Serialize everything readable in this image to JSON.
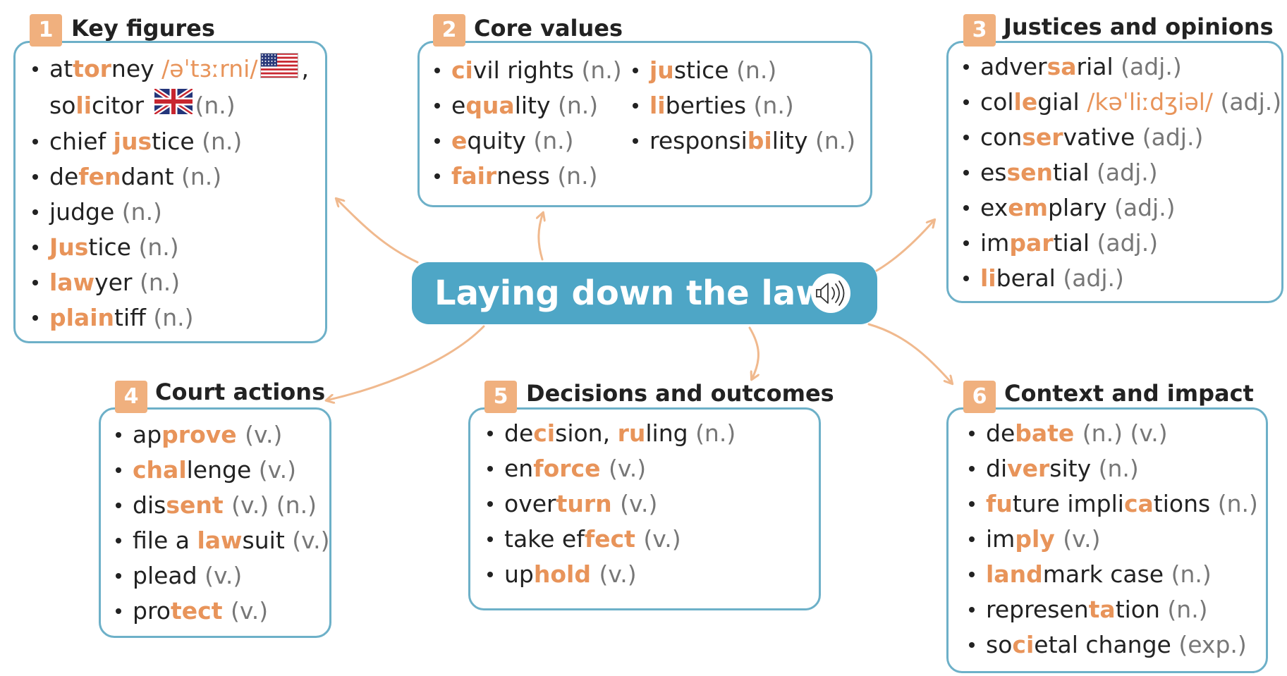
{
  "center": {
    "title": "Laying down the law",
    "icon": "speaker-icon"
  },
  "colors": {
    "box_border": "#6db0c8",
    "badge": "#f0b07e",
    "highlight": "#e8945a",
    "center_bg": "#4ea6c6"
  },
  "groups": [
    {
      "num": "1",
      "title": "Key figures",
      "items": [
        {
          "segs": [
            [
              "n",
              "at"
            ],
            [
              "h",
              "tor"
            ],
            [
              "n",
              "ney "
            ],
            [
              "i",
              "/əˈtɜːrni/"
            ]
          ],
          "flag": "us-flag",
          "tail": ","
        },
        {
          "cont": true,
          "segs": [
            [
              "n",
              "so"
            ],
            [
              "h",
              "li"
            ],
            [
              "n",
              "citor "
            ]
          ],
          "flag": "uk-flag",
          "pos": "(n.)"
        },
        {
          "segs": [
            [
              "n",
              "chief "
            ],
            [
              "h",
              "jus"
            ],
            [
              "n",
              "tice "
            ]
          ],
          "pos": "(n.)"
        },
        {
          "segs": [
            [
              "n",
              "de"
            ],
            [
              "h",
              "fen"
            ],
            [
              "n",
              "dant "
            ]
          ],
          "pos": "(n.)"
        },
        {
          "segs": [
            [
              "n",
              "judge "
            ]
          ],
          "pos": "(n.)"
        },
        {
          "segs": [
            [
              "h",
              "Jus"
            ],
            [
              "n",
              "tice "
            ]
          ],
          "pos": "(n.)"
        },
        {
          "segs": [
            [
              "h",
              "law"
            ],
            [
              "n",
              "yer "
            ]
          ],
          "pos": "(n.)"
        },
        {
          "segs": [
            [
              "h",
              "plain"
            ],
            [
              "n",
              "tiff "
            ]
          ],
          "pos": "(n.)"
        }
      ]
    },
    {
      "num": "2",
      "title": "Core values",
      "items": [
        {
          "segs": [
            [
              "h",
              "ci"
            ],
            [
              "n",
              "vil rights "
            ]
          ],
          "pos": "(n.)"
        },
        {
          "segs": [
            [
              "n",
              "e"
            ],
            [
              "h",
              "qua"
            ],
            [
              "n",
              "lity "
            ]
          ],
          "pos": "(n.)"
        },
        {
          "segs": [
            [
              "h",
              "e"
            ],
            [
              "n",
              "quity "
            ]
          ],
          "pos": "(n.)"
        },
        {
          "segs": [
            [
              "h",
              "fair"
            ],
            [
              "n",
              "ness "
            ]
          ],
          "pos": "(n.)"
        },
        {
          "segs": [
            [
              "h",
              "ju"
            ],
            [
              "n",
              "stice "
            ]
          ],
          "pos": "(n.)"
        },
        {
          "segs": [
            [
              "h",
              "li"
            ],
            [
              "n",
              "berties "
            ]
          ],
          "pos": "(n.)"
        },
        {
          "segs": [
            [
              "n",
              "responsi"
            ],
            [
              "h",
              "bi"
            ],
            [
              "n",
              "lity "
            ]
          ],
          "pos": "(n.)"
        }
      ]
    },
    {
      "num": "3",
      "title": "Justices and opinions",
      "items": [
        {
          "segs": [
            [
              "n",
              "adver"
            ],
            [
              "h",
              "sa"
            ],
            [
              "n",
              "rial "
            ]
          ],
          "pos": "(adj.)"
        },
        {
          "segs": [
            [
              "n",
              "col"
            ],
            [
              "h",
              "le"
            ],
            [
              "n",
              "gial "
            ],
            [
              "i",
              "/kəˈliːdʒiəl/ "
            ]
          ],
          "pos": "(adj.)"
        },
        {
          "segs": [
            [
              "n",
              "con"
            ],
            [
              "h",
              "ser"
            ],
            [
              "n",
              "vative "
            ]
          ],
          "pos": "(adj.)"
        },
        {
          "segs": [
            [
              "n",
              "es"
            ],
            [
              "h",
              "sen"
            ],
            [
              "n",
              "tial "
            ]
          ],
          "pos": "(adj.)"
        },
        {
          "segs": [
            [
              "n",
              "ex"
            ],
            [
              "h",
              "em"
            ],
            [
              "n",
              "plary "
            ]
          ],
          "pos": "(adj.)"
        },
        {
          "segs": [
            [
              "n",
              "im"
            ],
            [
              "h",
              "par"
            ],
            [
              "n",
              "tial "
            ]
          ],
          "pos": "(adj.)"
        },
        {
          "segs": [
            [
              "h",
              "li"
            ],
            [
              "n",
              "beral "
            ]
          ],
          "pos": "(adj.)"
        }
      ]
    },
    {
      "num": "4",
      "title": "Court actions",
      "items": [
        {
          "segs": [
            [
              "n",
              "ap"
            ],
            [
              "h",
              "prove "
            ]
          ],
          "pos": "(v.)"
        },
        {
          "segs": [
            [
              "h",
              "chal"
            ],
            [
              "n",
              "lenge "
            ]
          ],
          "pos": "(v.)"
        },
        {
          "segs": [
            [
              "n",
              "dis"
            ],
            [
              "h",
              "sent "
            ]
          ],
          "pos": "(v.) (n.)"
        },
        {
          "segs": [
            [
              "n",
              "file a "
            ],
            [
              "h",
              "law"
            ],
            [
              "n",
              "suit "
            ]
          ],
          "pos": "(v.)"
        },
        {
          "segs": [
            [
              "n",
              "plead "
            ]
          ],
          "pos": "(v.)"
        },
        {
          "segs": [
            [
              "n",
              "pro"
            ],
            [
              "h",
              "tect "
            ]
          ],
          "pos": "(v.)"
        }
      ]
    },
    {
      "num": "5",
      "title": "Decisions and outcomes",
      "items": [
        {
          "segs": [
            [
              "n",
              "de"
            ],
            [
              "h",
              "ci"
            ],
            [
              "n",
              "sion, "
            ],
            [
              "h",
              "ru"
            ],
            [
              "n",
              "ling "
            ]
          ],
          "pos": "(n.)"
        },
        {
          "segs": [
            [
              "n",
              "en"
            ],
            [
              "h",
              "force "
            ]
          ],
          "pos": "(v.)"
        },
        {
          "segs": [
            [
              "n",
              "over"
            ],
            [
              "h",
              "turn "
            ]
          ],
          "pos": "(v.)"
        },
        {
          "segs": [
            [
              "n",
              "take ef"
            ],
            [
              "h",
              "fect "
            ]
          ],
          "pos": "(v.)"
        },
        {
          "segs": [
            [
              "n",
              "up"
            ],
            [
              "h",
              "hold "
            ]
          ],
          "pos": "(v.)"
        }
      ]
    },
    {
      "num": "6",
      "title": "Context and impact",
      "items": [
        {
          "segs": [
            [
              "n",
              "de"
            ],
            [
              "h",
              "bate "
            ]
          ],
          "pos": "(n.) (v.)"
        },
        {
          "segs": [
            [
              "n",
              "di"
            ],
            [
              "h",
              "ver"
            ],
            [
              "n",
              "sity "
            ]
          ],
          "pos": "(n.)"
        },
        {
          "segs": [
            [
              "h",
              "fu"
            ],
            [
              "n",
              "ture impli"
            ],
            [
              "h",
              "ca"
            ],
            [
              "n",
              "tions "
            ]
          ],
          "pos": "(n.)"
        },
        {
          "segs": [
            [
              "n",
              "im"
            ],
            [
              "h",
              "ply "
            ]
          ],
          "pos": "(v.)"
        },
        {
          "segs": [
            [
              "h",
              "land"
            ],
            [
              "n",
              "mark case "
            ]
          ],
          "pos": "(n.)"
        },
        {
          "segs": [
            [
              "n",
              "represen"
            ],
            [
              "h",
              "ta"
            ],
            [
              "n",
              "tion "
            ]
          ],
          "pos": "(n.)"
        },
        {
          "segs": [
            [
              "n",
              "so"
            ],
            [
              "h",
              "ci"
            ],
            [
              "n",
              "etal change "
            ]
          ],
          "pos": "(exp.)"
        }
      ]
    }
  ]
}
